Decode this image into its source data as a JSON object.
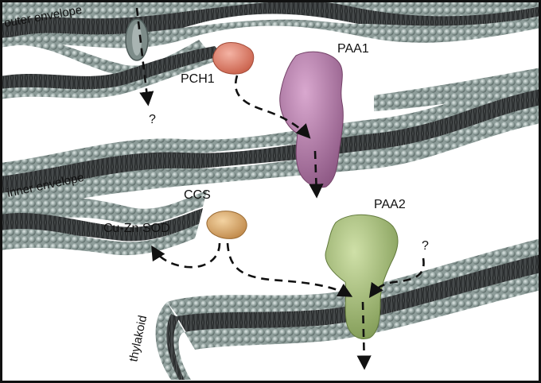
{
  "labels": {
    "outer_envelope": "outer envelope",
    "inner_envelope": "inner envelope",
    "thylakoid": "thylakoid",
    "pch1": "PCH1",
    "paa1": "PAA1",
    "ccs": "CCS",
    "cu_zn_sod": "Cu-Zn SOD",
    "paa2": "PAA2",
    "question_outer": "?",
    "question_thylakoid": "?"
  },
  "colors": {
    "membrane_bead": "#9aa9a6",
    "membrane_bead_dark": "#6f7f7c",
    "membrane_core": "#3b3f40",
    "pch1": "#e07f6b",
    "paa1": "#b07aa6",
    "ccs": "#dcae70",
    "paa2": "#a7bf7c",
    "arrow": "#111111",
    "frame": "#111111"
  }
}
